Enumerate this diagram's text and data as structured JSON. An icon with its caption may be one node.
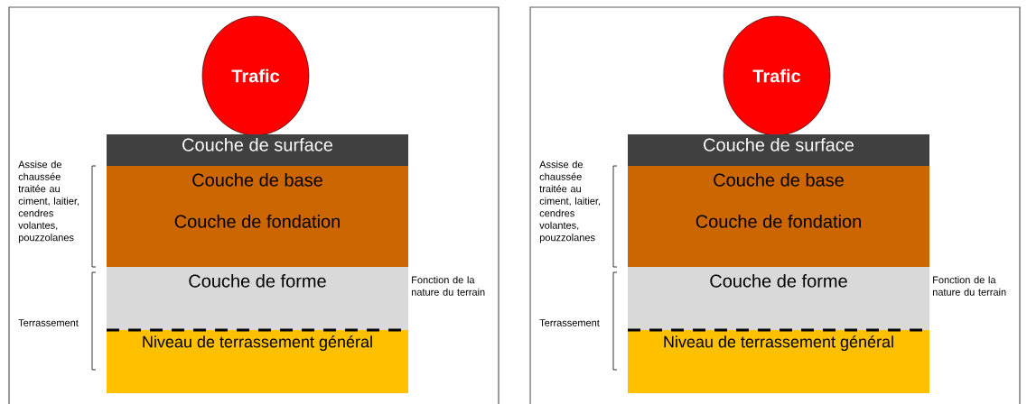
{
  "diagram": {
    "nodes": [
      {
        "text": [
          "Trafic"
        ]
      },
      {
        "text": [
          "Couche de surface"
        ]
      },
      {
        "text": [
          "Couche de base",
          "Couche de fondation"
        ]
      },
      {
        "text": [
          "Couche de forme"
        ]
      },
      {
        "text": [
          "Niveau de terrassement général"
        ]
      },
      {
        "text": [
          "Trafic"
        ]
      },
      {
        "text": [
          "Couche de surface"
        ]
      },
      {
        "text": [
          "Couche de base",
          "Couche de fondation"
        ]
      },
      {
        "text": [
          "Couche de forme"
        ]
      },
      {
        "text": [
          "Niveau de terrassement général"
        ]
      }
    ],
    "labels": [
      "Assise de chaussée traitée au ciment, laitier, cendres volantes, pouzzolanes",
      "Terrassement",
      "Fonction de la nature du terrain",
      "Assise de chaussée traitée au ciment, laitier, cendres volantes, pouzzolanes",
      "Terrassement",
      "Fonction de la nature du terrain"
    ]
  }
}
